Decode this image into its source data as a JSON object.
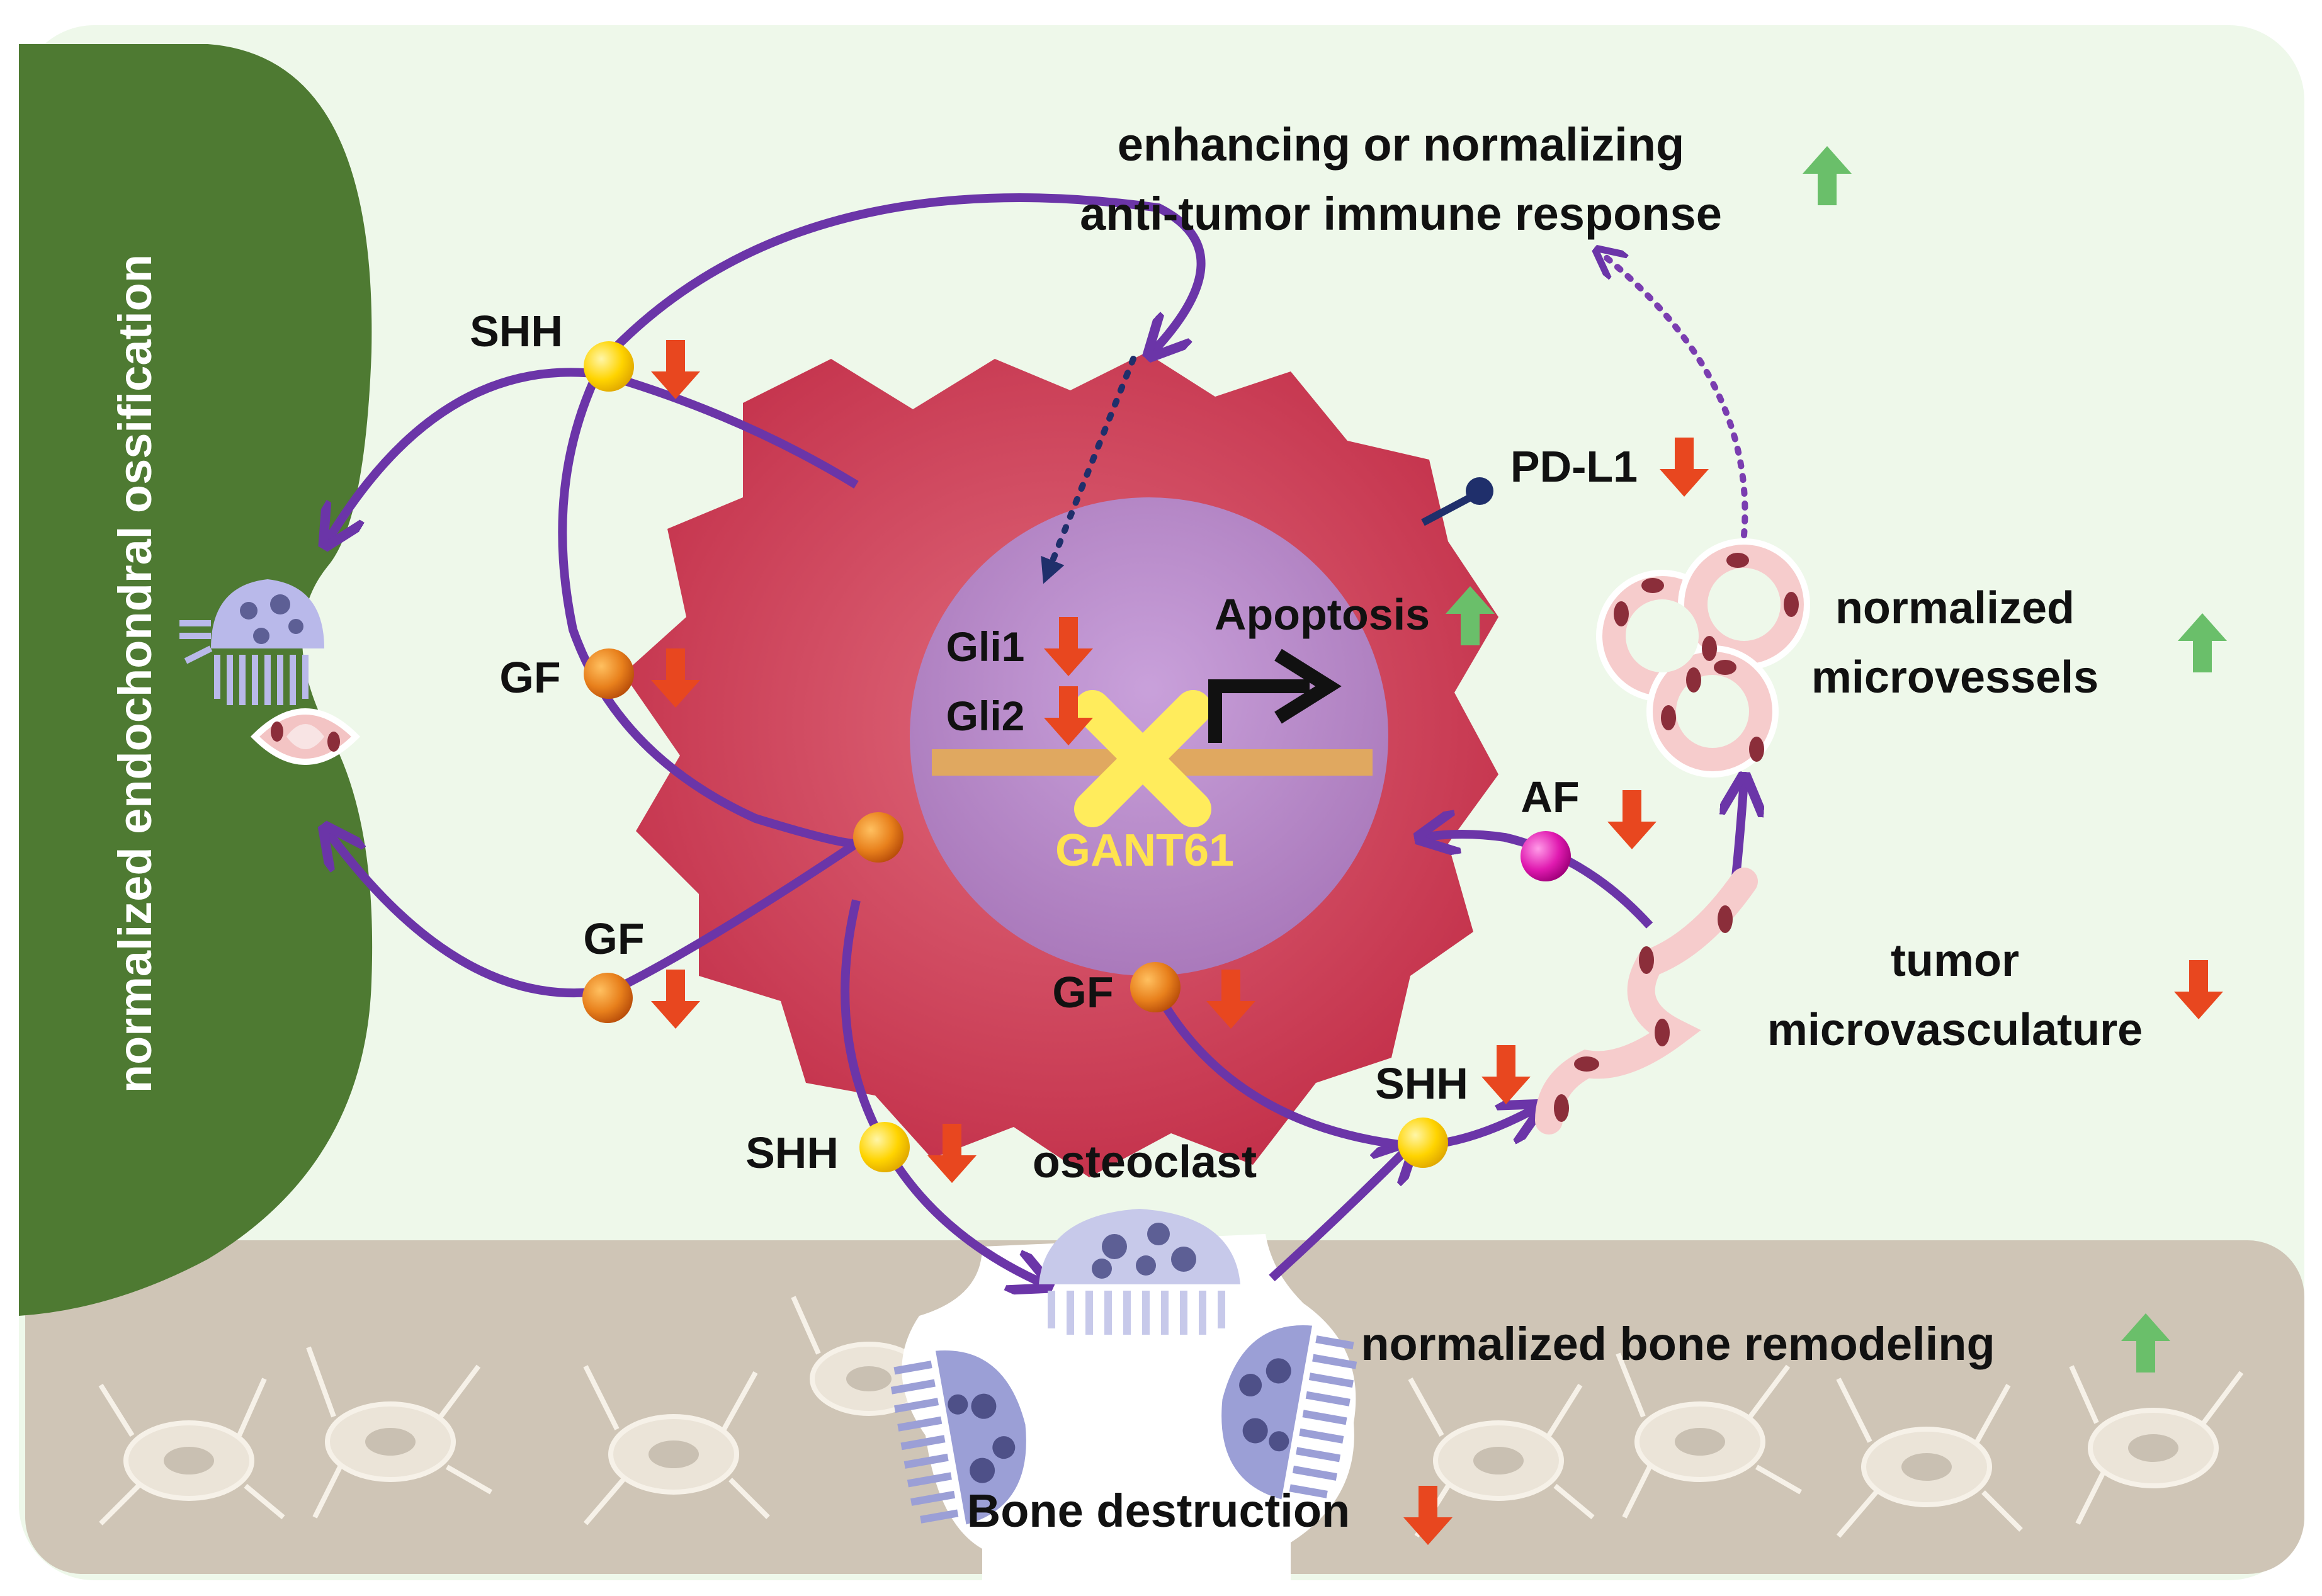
{
  "labels": {
    "side_title": "normalized endochondral ossification",
    "immune_line1": "enhancing or normalizing",
    "immune_line2": "anti-tumor immune response",
    "shh_top": "SHH",
    "gf_left": "GF",
    "gf_lower_left": "GF",
    "pdl1": "PD-L1",
    "apoptosis": "Apoptosis",
    "gli1": "Gli1",
    "gli2": "Gli2",
    "drug": "GANT61",
    "microvessels_line1": "normalized",
    "microvessels_line2": "microvessels",
    "af": "AF",
    "tumor_micro_line1": "tumor",
    "tumor_micro_line2": "microvasculature",
    "gf_bottom": "GF",
    "shh_right": "SHH",
    "shh_bottom": "SHH",
    "osteoclast": "osteoclast",
    "bone_remodeling": "normalized bone remodeling",
    "bone_destruction": "Bone destruction"
  },
  "colors": {
    "background_tint": "#eef8ea",
    "ossification_zone": "#4e7a32",
    "bone_matrix": "#cfc5b6",
    "tumor_cell": "#c8324a",
    "nucleus": "#b18ccc",
    "pathway_arrow": "#6b35a8",
    "down_arrow": "#e8471f",
    "up_arrow": "#6abf6a",
    "drug_label": "#ffe34d",
    "osteoclast": "#9b9fd6",
    "shh_ligand": "#ffd400",
    "gf_ligand": "#e8801c",
    "af_ligand": "#e01ab0"
  },
  "icons": {
    "shh": "yellow-circle-ligand-icon",
    "gf": "orange-circle-ligand-icon",
    "af": "magenta-circle-ligand-icon",
    "decrease": "red-down-arrow-icon",
    "increase": "green-up-arrow-icon",
    "inhibition": "yellow-x-icon",
    "transcription": "bent-arrow-icon"
  }
}
